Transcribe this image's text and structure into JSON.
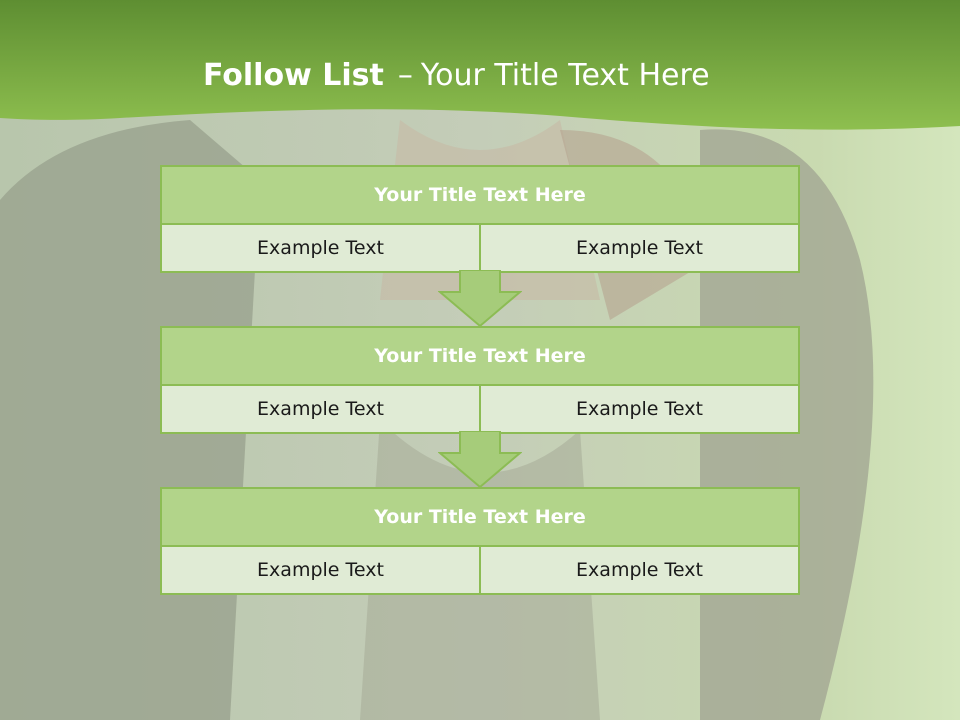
{
  "slide": {
    "title_strong": "Follow List",
    "title_separator": "–",
    "title_rest": "Your Title Text Here"
  },
  "blocks": [
    {
      "title": "Your Title Text Here",
      "cells": [
        "Example Text",
        "Example Text"
      ]
    },
    {
      "title": "Your Title Text Here",
      "cells": [
        "Example Text",
        "Example Text"
      ]
    },
    {
      "title": "Your Title Text Here",
      "cells": [
        "Example Text",
        "Example Text"
      ]
    }
  ],
  "colors": {
    "banner": "#7fae45",
    "block_header": "#b2d48a",
    "block_border": "#8cbc54",
    "block_body": "#e0ebd5",
    "arrow_fill": "#a6cc7a"
  },
  "icons": [
    "down-arrow-icon",
    "down-arrow-icon"
  ]
}
